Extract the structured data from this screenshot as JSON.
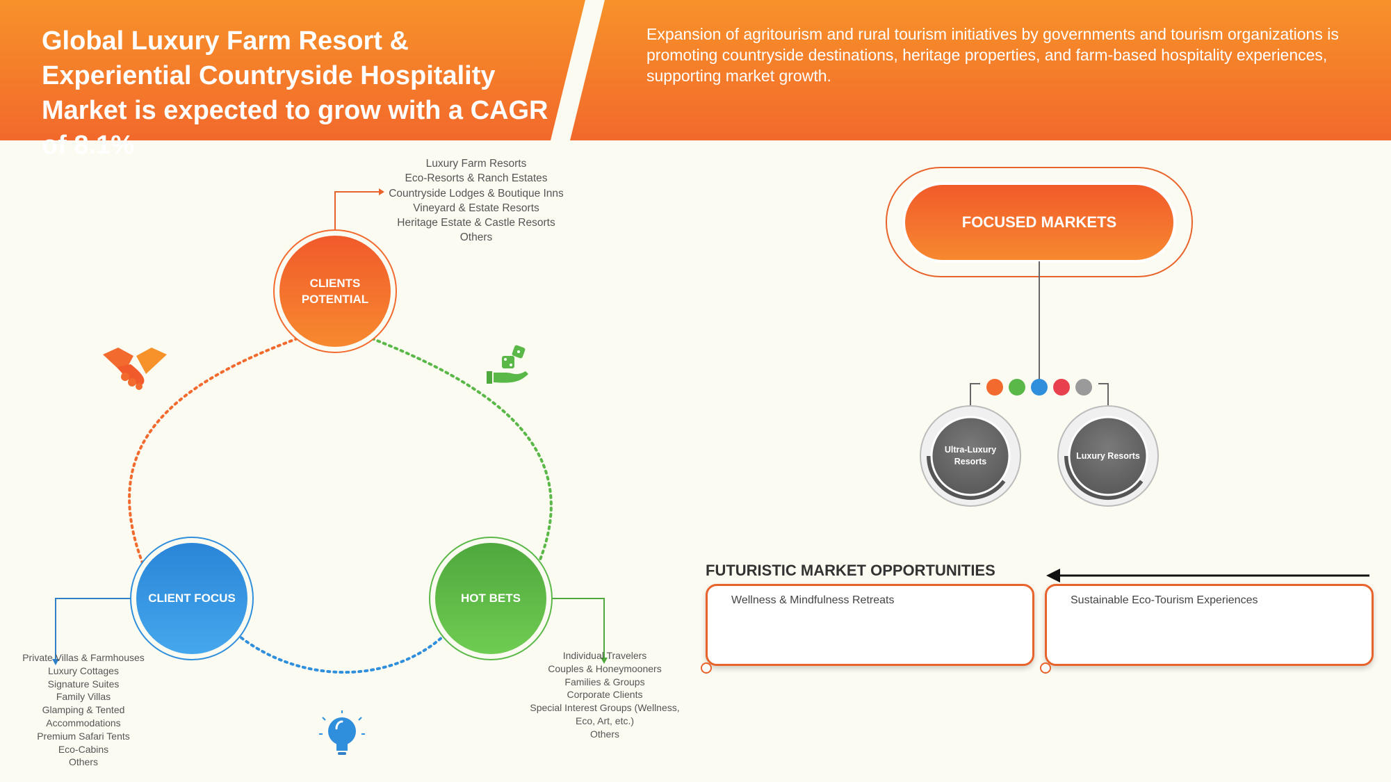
{
  "header": {
    "title": "Global Luxury Farm Resort & Experiential Countryside Hospitality Market is expected to grow with a CAGR of 8.1%",
    "subtitle": "Expansion of agritourism and rural tourism initiatives by governments and tourism organizations is promoting countryside destinations, heritage properties, and farm-based hospitality experiences, supporting market growth."
  },
  "cycle": {
    "clients_potential": {
      "label_line1": "CLIENTS",
      "label_line2": "POTENTIAL",
      "items": [
        "Luxury Farm Resorts",
        "Eco-Resorts & Ranch Estates",
        "Countryside Lodges & Boutique Inns",
        "Vineyard & Estate Resorts",
        "Heritage Estate & Castle Resorts",
        "Others"
      ]
    },
    "client_focus": {
      "label": "CLIENT FOCUS",
      "items": [
        "Private Villas & Farmhouses",
        "Luxury Cottages",
        "Signature Suites",
        "Family Villas",
        "Glamping & Tented",
        "Accommodations",
        "Premium Safari Tents",
        "Eco-Cabins",
        "Others"
      ]
    },
    "hot_bets": {
      "label": "HOT BETS",
      "items": [
        "Individual Travelers",
        "Couples & Honeymooners",
        "Families & Groups",
        "Corporate Clients",
        "Special Interest Groups (Wellness,",
        "Eco, Art, etc.)",
        "Others"
      ]
    },
    "icons": [
      "handshake-icon",
      "dice-in-hand-icon",
      "lightbulb-icon"
    ],
    "colors": {
      "orange": "#f26a2e",
      "green": "#5ab848",
      "blue": "#2f8fdc"
    }
  },
  "focused_markets": {
    "title": "FOCUSED MARKETS",
    "dot_colors": [
      "#f26a2e",
      "#5ab848",
      "#2f8fdc",
      "#e8404c",
      "#9a9a9a"
    ],
    "markets": [
      {
        "line1": "Ultra-Luxury",
        "line2": "Resorts"
      },
      {
        "line1": "Luxury Resorts",
        "line2": ""
      }
    ]
  },
  "futuristic": {
    "title": "FUTURISTIC MARKET OPPORTUNITIES",
    "items": [
      "Wellness & Mindfulness Retreats",
      "Sustainable Eco-Tourism Experiences"
    ]
  }
}
